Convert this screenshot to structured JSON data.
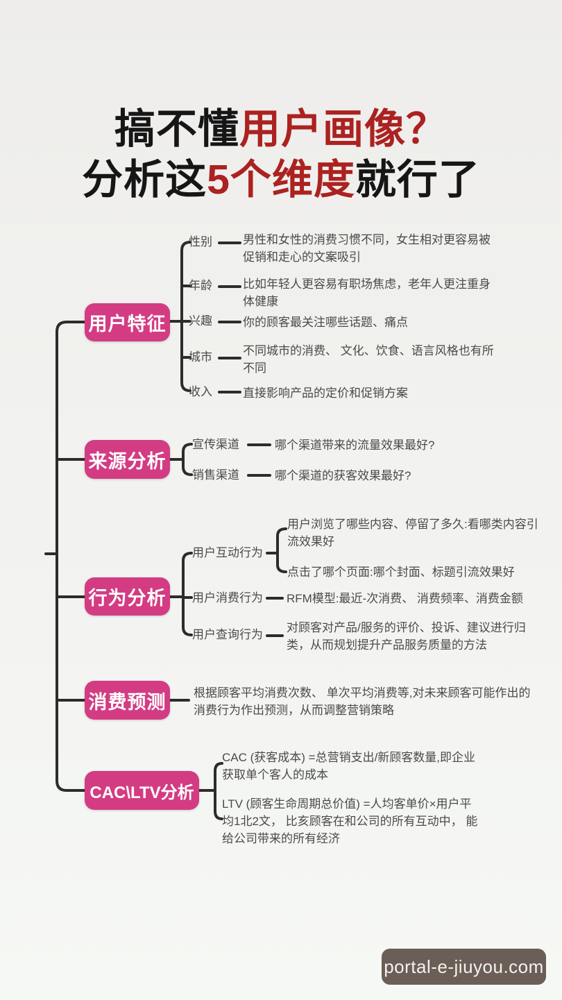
{
  "title": {
    "l1_black": "搞不懂",
    "l1_red": "用户画像？",
    "l2_black1": "分析这",
    "l2_red": "5个维度",
    "l2_black2": "就行了"
  },
  "tree": {
    "branches": [
      {
        "label": "用户特征",
        "children": [
          {
            "label": "性别",
            "desc": "男性和女性的消费习惯不同，女生相对更容易被\n促销和走心的文案吸引"
          },
          {
            "label": "年龄",
            "desc": "比如年轻人更容易有职场焦虑，老年人更注重身\n体健康"
          },
          {
            "label": "兴趣",
            "desc": "你的顾客最关注哪些话题、痛点"
          },
          {
            "label": "城市",
            "desc": "不同城市的消费、 文化、饮食、语言风格也有所\n不同"
          },
          {
            "label": "收入",
            "desc": "直接影响产品的定价和促销方案"
          }
        ]
      },
      {
        "label": "来源分析",
        "children": [
          {
            "label": "宣传渠道",
            "desc": "哪个渠道带来的流量效果最好?"
          },
          {
            "label": "销售渠道",
            "desc": "哪个渠道的获客效果最好?"
          }
        ]
      },
      {
        "label": "行为分析",
        "children": [
          {
            "label": "用户互动行为",
            "descs": [
              "用户浏览了哪些内容、停留了多久:看哪类内容引\n流效果好",
              "点击了哪个页面:哪个封面、标题引流效果好"
            ]
          },
          {
            "label": "用户消费行为",
            "desc": "RFM模型:最近-次消费、 消费频率、消费金额"
          },
          {
            "label": "用户查询行为",
            "desc": "对顾客对产品/服务的评价、投诉、建议进行归\n类，从而规划提升产品服务质量的方法"
          }
        ]
      },
      {
        "label": "消费预测",
        "desc": "根据顾客平均消费次数、 单次平均消费等,对未来顾客可能作出的\n消费行为作出预测，从而调整营销策略"
      },
      {
        "label": "CAC\\LTV分析",
        "descs": [
          "CAC (获客成本) =总营销支出/新顾客数量,即企业\n获取单个客人的成本",
          "LTV (顾客生命周期总价值) =人均客单价×用户平\n均1北2文， 比亥顾客在和公司的所有互动中， 能\n给公司带来的所有经济"
        ]
      }
    ]
  },
  "watermark": {
    "text": "portal-e-jiuyou.com"
  },
  "colors": {
    "background_top": "#eeedeb",
    "background_bottom": "#f6f8f5",
    "node_bg": "#d33c82",
    "node_text": "#ffffff",
    "title_black": "#161616",
    "title_red": "#ab2220",
    "line": "#2c2c2c",
    "text": "#4a4a4a",
    "watermark_bg": "#6b5e57"
  }
}
